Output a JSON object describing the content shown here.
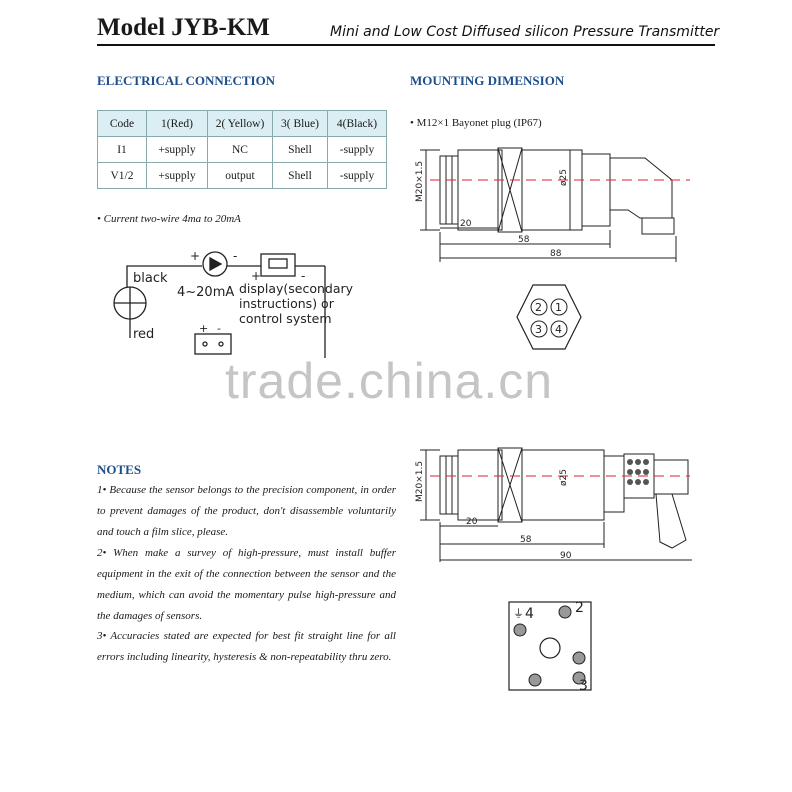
{
  "header": {
    "model": "Model JYB-KM",
    "subtitle": "Mini and Low Cost Diffused silicon Pressure Transmitter"
  },
  "electrical": {
    "title": "ELECTRICAL CONNECTION",
    "columns": [
      "Code",
      "1(Red)",
      "2( Yellow)",
      "3( Blue)",
      "4(Black)"
    ],
    "rows": [
      [
        "I1",
        "+supply",
        "NC",
        "Shell",
        "-supply"
      ],
      [
        "V1/2",
        "+supply",
        "output",
        "Shell",
        "-supply"
      ]
    ],
    "note": "• Current two-wire 4ma to 20mA"
  },
  "wiring": {
    "black": "black",
    "red": "red",
    "meter": "4~20mA",
    "display": [
      "display(secondary",
      "instructions) or",
      "control system"
    ],
    "plus": "+",
    "minus": "-"
  },
  "mounting": {
    "title": "MOUNTING DIMENSION",
    "plug": "• M12×1 Bayonet plug (IP67)",
    "drawing1": {
      "thread": "M20×1.5",
      "dia": "ø25",
      "d1": "20",
      "d2": "58",
      "d3": "88"
    },
    "drawing2": {
      "thread": "M20×1.5",
      "dia": "ø25",
      "d1": "20",
      "d2": "58",
      "d3": "90"
    },
    "pins_round": [
      "2",
      "1",
      "3",
      "4"
    ],
    "pins_square": [
      "4",
      "2",
      "3"
    ]
  },
  "watermark": "trade.china.cn",
  "notes": {
    "title": "NOTES",
    "items": [
      "1• Because the sensor belongs to the precision component, in order to prevent damages of the product, don't disassemble voluntarily and touch a film slice, please.",
      "2• When make a survey of high-pressure, must install buffer equipment in the exit of the connection between the sensor and the medium, which can avoid the momentary pulse high-pressure and the damages of sensors.",
      "3• Accuracies stated are expected for best fit straight line for all errors including linearity, hysteresis & non-repeatability thru zero."
    ]
  }
}
